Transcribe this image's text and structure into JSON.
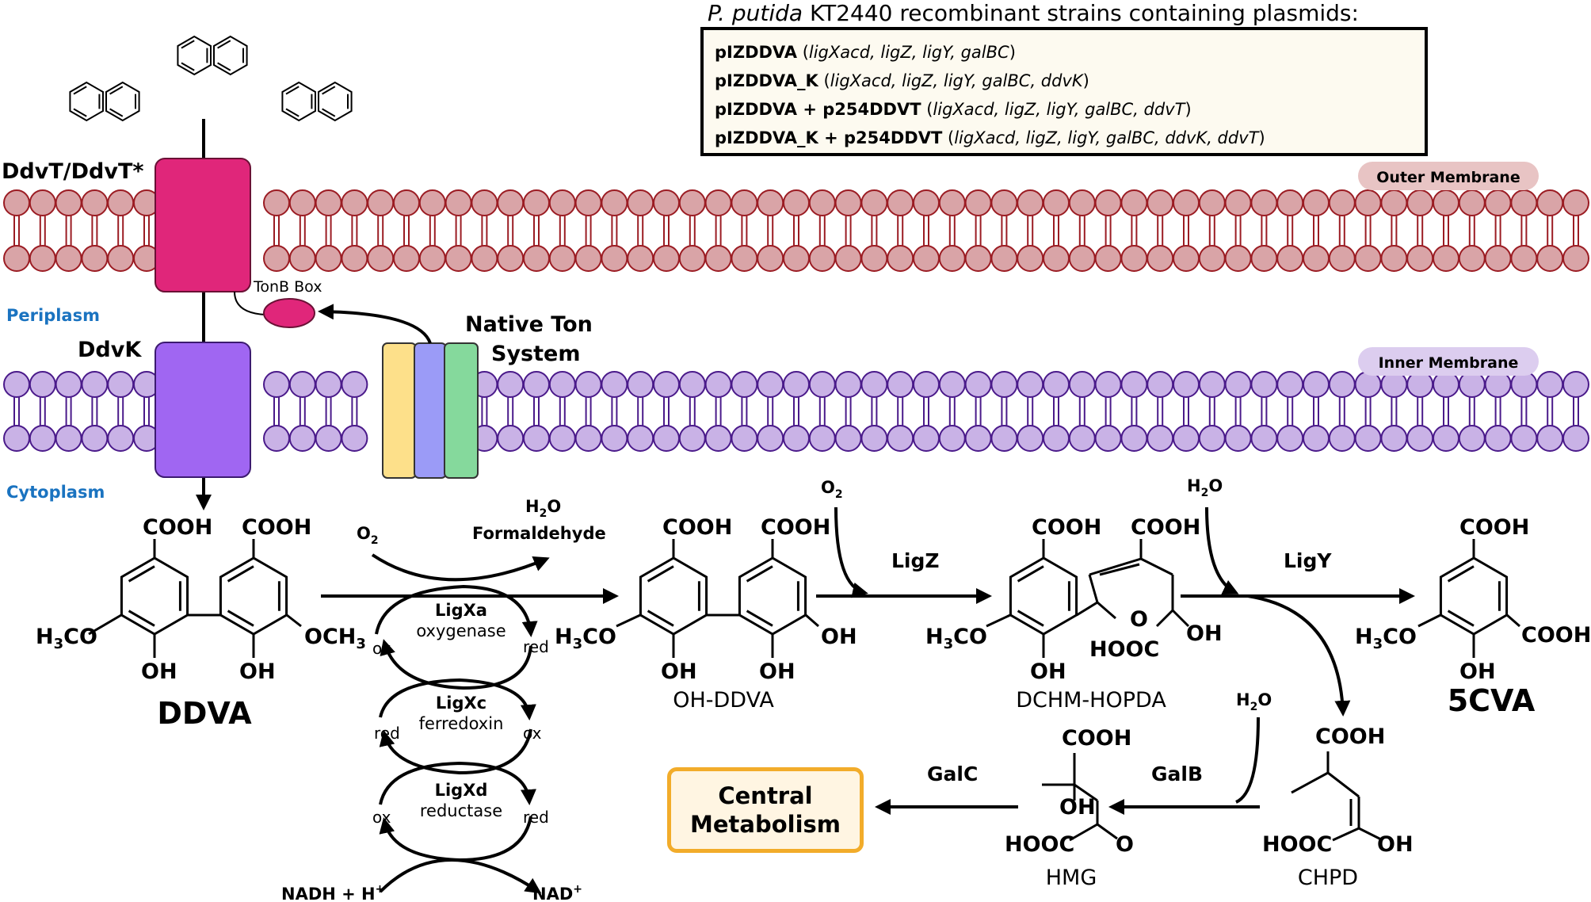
{
  "colors": {
    "outer_membrane": "#d9a4a7",
    "outer_membrane_stroke": "#9b1c23",
    "inner_membrane": "#c9b2e6",
    "inner_membrane_stroke": "#4a1a8a",
    "ddvt": "#e0267a",
    "ddvk": "#a066f2",
    "ton_yellow": "#fde08a",
    "ton_blue": "#9b9bf7",
    "ton_green": "#85d99c",
    "compartment_text": "#1a73c0",
    "central_border": "#f2ac2a"
  },
  "legend": {
    "title_species": "P. putida",
    "title_rest": " KT2440 recombinant strains containing plasmids:",
    "rows": [
      {
        "plasmid": "pIZDDVA",
        "open": " (",
        "genes": "ligXacd, ligZ, ligY, galBC",
        "close": ")"
      },
      {
        "plasmid": "pIZDDVA_K",
        "open": " (",
        "genes": "ligXacd, ligZ, ligY, galBC, ddvK",
        "close": ")"
      },
      {
        "plasmid": "pIZDDVA + p254DDVT",
        "open": " (",
        "genes": "ligXacd, ligZ, ligY, galBC, ddvT",
        "close": ")"
      },
      {
        "plasmid": "pIZDDVA_K + p254DDVT",
        "open": " (",
        "genes": "ligXacd, ligZ, ligY, galBC, ddvK, ddvT",
        "close": ")"
      }
    ]
  },
  "membranes": {
    "outer": "Outer Membrane",
    "inner": "Inner Membrane"
  },
  "compartments": {
    "periplasm": "Periplasm",
    "cytoplasm": "Cytoplasm"
  },
  "proteins": {
    "ddvt": "DdvT/DdvT*",
    "ddvk": "DdvK",
    "tonb_box": "TonB Box",
    "native_ton_1": "Native Ton",
    "native_ton_2": "System"
  },
  "compounds": {
    "ddva": "DDVA",
    "oh_ddva": "OH-DDVA",
    "dchm_hopda": "DCHM-HOPDA",
    "cva": "5CVA",
    "hmg": "HMG",
    "chpd": "CHPD",
    "central_1": "Central",
    "central_2": "Metabolism"
  },
  "enzymes": {
    "ligxa": "LigXa",
    "ligxa_role": "oxygenase",
    "ligxc": "LigXc",
    "ligxc_role": "ferredoxin",
    "ligxd": "LigXd",
    "ligxd_role": "reductase",
    "ligz": "LigZ",
    "ligy": "LigY",
    "galb": "GalB",
    "galc": "GalC"
  },
  "redox": {
    "ox": "ox",
    "red": "red"
  },
  "cofactors": {
    "o2": "O",
    "h2o": "H",
    "formaldehyde": "Formaldehyde",
    "nadh": "NADH + H",
    "nad": "NAD",
    "plus": "+"
  },
  "groups": {
    "cooh": "COOH",
    "hooc": "HOOC",
    "oh": "OH",
    "h3co": "H",
    "och3": "OCH",
    "o": "O",
    "h3co_small": "H",
    "och3_small": "OCH"
  },
  "chart_data": {
    "type": "diagram",
    "nodes": [
      "DDVA",
      "OH-DDVA",
      "DCHM-HOPDA",
      "5CVA",
      "CHPD",
      "HMG",
      "Central Metabolism"
    ],
    "edges": [
      {
        "from": "DDVA",
        "to": "OH-DDVA",
        "enzyme": "LigXa"
      },
      {
        "from": "OH-DDVA",
        "to": "DCHM-HOPDA",
        "enzyme": "LigZ"
      },
      {
        "from": "DCHM-HOPDA",
        "to": "5CVA",
        "enzyme": "LigY"
      },
      {
        "from": "DCHM-HOPDA",
        "to": "CHPD",
        "enzyme": "LigY"
      },
      {
        "from": "CHPD",
        "to": "HMG",
        "enzyme": "GalB"
      },
      {
        "from": "HMG",
        "to": "Central Metabolism",
        "enzyme": "GalC"
      }
    ]
  }
}
